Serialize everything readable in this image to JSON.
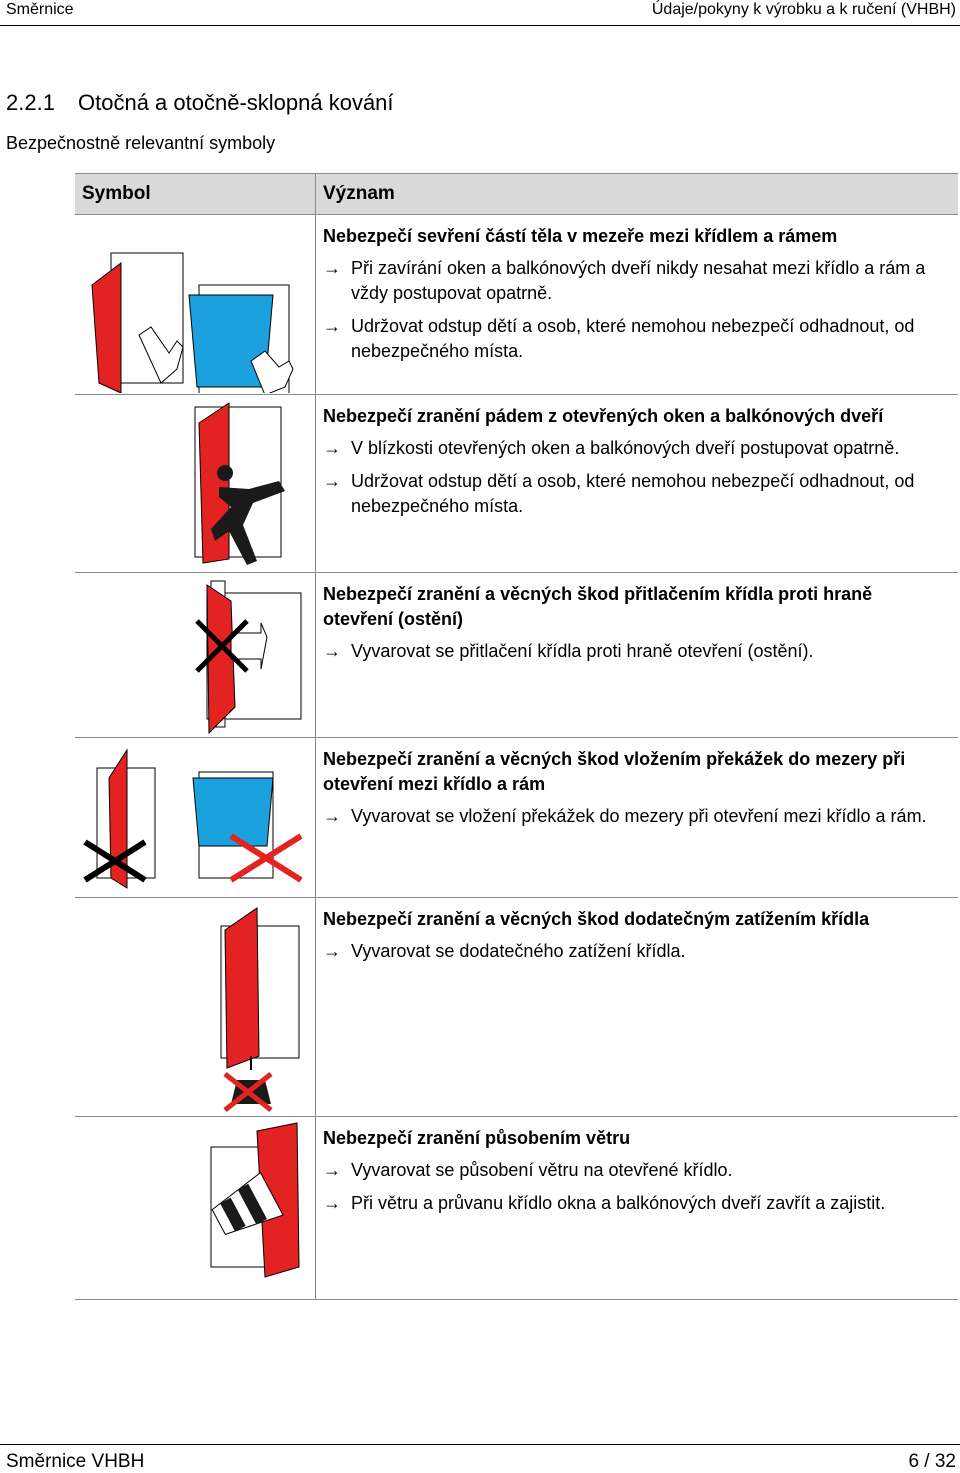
{
  "header": {
    "left": "Směrnice",
    "right": "Údaje/pokyny k výrobku a k ručení (VHBH)"
  },
  "section": {
    "number": "2.2.1",
    "title": "Otočná a otočně-sklopná kování",
    "subtitle": "Bezpečnostně relevantní symboly"
  },
  "table": {
    "headers": {
      "symbol": "Symbol",
      "meaning": "Význam"
    },
    "arrow": "→",
    "rows": [
      {
        "title": "Nebezpečí sevření částí těla v mezeře mezi křídlem a rámem",
        "bullets": [
          "Při zavírání oken a balkónových dveří nikdy nesahat mezi křídlo a rám a vždy postupovat opatrně.",
          "Udržovat odstup dětí a osob, které nemohou nebezpečí odhadnout, od nebezpečného místa."
        ]
      },
      {
        "title": "Nebezpečí zranění pádem z otevřených oken a balkónových dveří",
        "bullets": [
          "V blízkosti otevřených oken a balkónových dveří postupovat opatrně.",
          "Udržovat odstup dětí a osob, které nemohou nebezpečí odhadnout, od nebezpečného místa."
        ]
      },
      {
        "title": "Nebezpečí zranění a věcných škod přitlačením křídla proti hraně otevření (ostění)",
        "bullets": [
          "Vyvarovat se přitlačení křídla proti hraně otevření (ostění)."
        ]
      },
      {
        "title": "Nebezpečí zranění a věcných škod vložením překážek do mezery při otevření mezi křídlo a rám",
        "bullets": [
          "Vyvarovat se vložení překážek do mezery při otevření mezi křídlo a rám."
        ]
      },
      {
        "title": "Nebezpečí zranění a věcných škod dodatečným zatížením křídla",
        "bullets": [
          "Vyvarovat se dodatečného zatížení křídla."
        ]
      },
      {
        "title": "Nebezpečí zranění působením větru",
        "bullets": [
          "Vyvarovat se působení větru na otevřené křídlo.",
          "Při větru a průvanu křídlo okna a balkónových dveří zavřít a zajistit."
        ]
      }
    ]
  },
  "footer": {
    "left": "Směrnice VHBH",
    "right": "6 / 32"
  },
  "colors": {
    "red": "#e32322",
    "blue": "#1ba2de",
    "header_gray": "#d9d9d9"
  }
}
